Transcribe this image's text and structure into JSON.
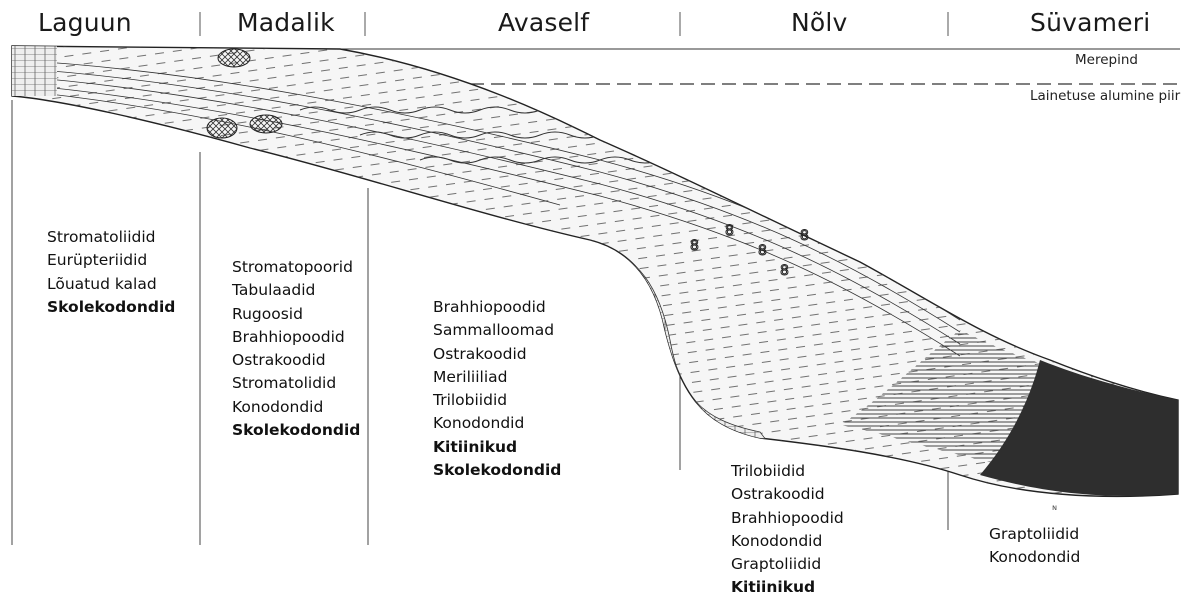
{
  "zones": [
    {
      "title": "Laguun",
      "fauna": [
        "Stromatoliidid",
        "Eurüpteriidid",
        "Lõuatud kalad"
      ],
      "fauna_bold": [
        "Skolekodondid"
      ]
    },
    {
      "title": "Madalik",
      "fauna": [
        "Stromatopoorid",
        "Tabulaadid",
        "Rugoosid",
        "Brahhiopoodid",
        "Ostrakoodid",
        "Stromatolidid",
        "Konodondid"
      ],
      "fauna_bold": [
        "Skolekodondid"
      ]
    },
    {
      "title": "Avaself",
      "fauna": [
        "Brahhiopoodid",
        "Sammalloomad",
        "Ostrakoodid",
        "Meriliiliad",
        "Trilobiidid",
        "Konodondid"
      ],
      "fauna_bold": [
        "Kitiinikud",
        "Skolekodondid"
      ]
    },
    {
      "title": "Nõlv",
      "fauna": [
        "Trilobiidid",
        "Ostrakoodid",
        "Brahhiopoodid",
        "Konodondid",
        "Graptoliidid"
      ],
      "fauna_bold": [
        "Kitiinikud"
      ]
    },
    {
      "title": "Süvameri",
      "fauna": [
        "Graptoliidid",
        "Konodondid"
      ],
      "fauna_bold": []
    }
  ],
  "levels": {
    "sea_surface": "Merepind",
    "wave_base": "Lainetuse alumine piir"
  }
}
